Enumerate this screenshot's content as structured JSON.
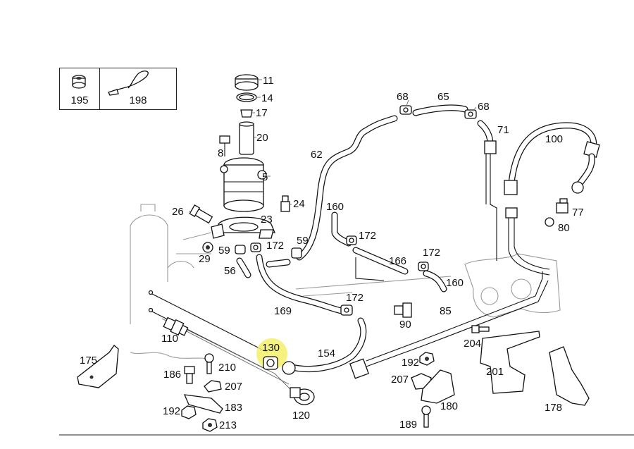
{
  "legend": {
    "items": [
      {
        "number": "195",
        "icon": "grommet-icon"
      },
      {
        "number": "198",
        "icon": "cable-tie-icon"
      }
    ]
  },
  "callouts": {
    "c11": "11",
    "c14": "14",
    "c17": "17",
    "c20": "20",
    "c8": "8",
    "c5": "5",
    "c24": "24",
    "c26": "26",
    "c23": "23",
    "c29": "29",
    "c59a": "59",
    "c59b": "59",
    "c172a": "172",
    "c56": "56",
    "c62": "62",
    "c68a": "68",
    "c65": "65",
    "c68b": "68",
    "c71": "71",
    "c100": "100",
    "c77": "77",
    "c80": "80",
    "c160a": "160",
    "c172b": "172",
    "c166": "166",
    "c172c": "172",
    "c160b": "160",
    "c169": "169",
    "c172d": "172",
    "c90": "90",
    "c85": "85",
    "c110": "110",
    "c130": "130",
    "c154": "154",
    "c204": "204",
    "c175": "175",
    "c186": "186",
    "c210": "210",
    "c207a": "207",
    "c192a": "192",
    "c183": "183",
    "c213": "213",
    "c120": "120",
    "c192b": "192",
    "c207b": "207",
    "c201": "201",
    "c180": "180",
    "c189": "189",
    "c178": "178"
  },
  "highlight": {
    "part": "130",
    "color": "#f3f06a"
  }
}
